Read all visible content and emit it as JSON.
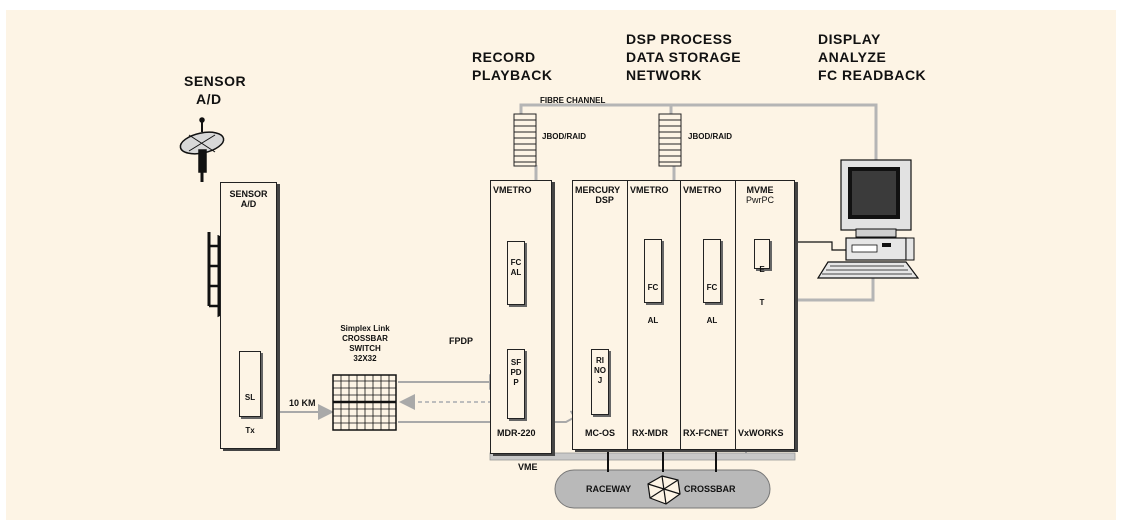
{
  "titles": {
    "sensor": [
      "SENSOR",
      "A/D"
    ],
    "record": [
      "RECORD",
      "PLAYBACK"
    ],
    "dsp": [
      "DSP PROCESS",
      "DATA STORAGE",
      "NETWORK"
    ],
    "display": [
      "DISPLAY",
      "ANALYZE",
      "FC READBACK"
    ]
  },
  "labels": {
    "fibre_channel": "FIBRE CHANNEL",
    "jbod1": "JBOD/RAID",
    "jbod2": "JBOD/RAID",
    "fpdp": "FPDP",
    "ten_km": "10 KM",
    "vme": "VME",
    "raceway": "RACEWAY",
    "crossbar": "CROSSBAR",
    "switch": [
      "Simplex Link",
      "CROSSBAR",
      "SWITCH",
      "32X32"
    ]
  },
  "boards": {
    "sensor": {
      "title": [
        "SENSOR",
        "A/D"
      ],
      "chip": [
        "SL",
        "Tx"
      ]
    },
    "mdr220": {
      "title": "VMETRO",
      "chip1": "FC AL",
      "chip2": "SFPDP",
      "bottom": "MDR-220"
    },
    "mercury": {
      "title": [
        "MERCURY",
        "DSP"
      ],
      "chip": "RINOJ",
      "bottom": "MC-OS"
    },
    "rxmdr": {
      "title": "VMETRO",
      "chip": [
        "FC",
        "AL"
      ],
      "bottom": "RX-MDR"
    },
    "rxfcnet": {
      "title": "VMETRO",
      "chip": [
        "FC",
        "AL"
      ],
      "bottom": "RX-FCNET"
    },
    "mvme": {
      "title": [
        "MVME",
        "PwrPC"
      ],
      "chip": [
        "E",
        "T"
      ],
      "bottom": "VxWORKS"
    }
  },
  "icons": [
    "satellite-dish-icon",
    "computer-workstation-icon",
    "crossbar-star-icon",
    "disk-stack-icon"
  ],
  "colors": {
    "background": "#fdf4e5",
    "line": "#222222",
    "fiber": "#b5b5b5"
  }
}
